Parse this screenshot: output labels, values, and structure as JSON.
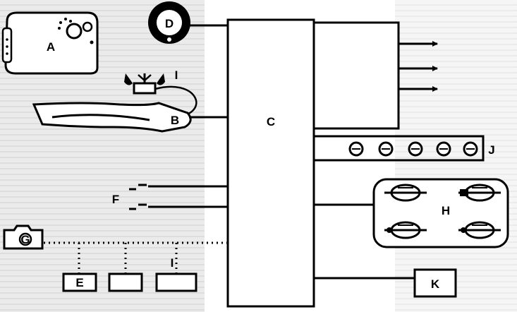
{
  "labels": {
    "a": "A",
    "b": "B",
    "c": "C",
    "d": "D",
    "e": "E",
    "f": "F",
    "g": "G",
    "h": "H",
    "i_antenna": "I",
    "i_sensor": "I",
    "j": "J",
    "k": "K"
  },
  "colors": {
    "ink": "#000000",
    "paper": "#ffffff"
  },
  "icons": {
    "a": "device-a-icon",
    "d": "round-dial-icon",
    "g": "camera-icon",
    "h": "cooktop-burners-icon",
    "i": "antenna-icon",
    "j": "lamp-chain-icon"
  }
}
